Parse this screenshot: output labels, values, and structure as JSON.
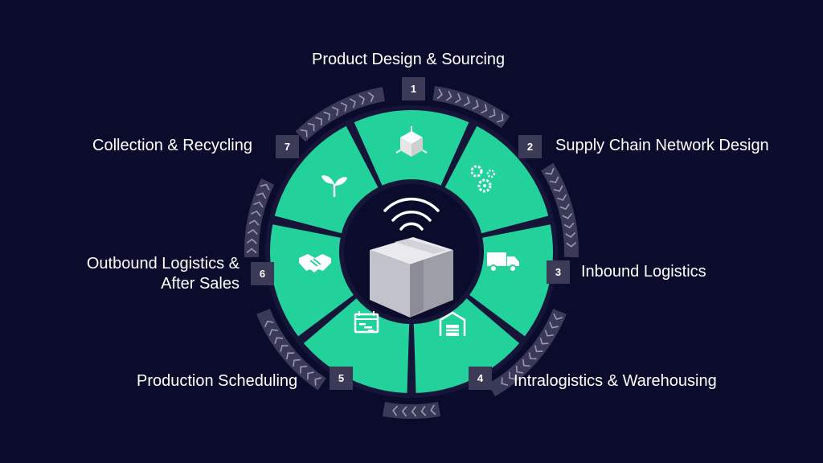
{
  "stages": [
    {
      "number": "1",
      "label": "Product Design & Sourcing",
      "icon": "cube-icon"
    },
    {
      "number": "2",
      "label": "Supply Chain Network Design",
      "icon": "gears-icon"
    },
    {
      "number": "3",
      "label": "Inbound Logistics",
      "icon": "truck-icon"
    },
    {
      "number": "4",
      "label": "Intralogistics & Warehousing",
      "icon": "warehouse-icon"
    },
    {
      "number": "5",
      "label": "Production Scheduling",
      "icon": "schedule-icon"
    },
    {
      "number": "6",
      "label_line1": "Outbound Logistics &",
      "label_line2": "After Sales",
      "icon": "handshake-icon"
    },
    {
      "number": "7",
      "label": "Collection & Recycling",
      "icon": "sprout-icon"
    }
  ],
  "center": {
    "icon": "package-box-icon",
    "signal_icon": "wireless-signal-icon"
  },
  "colors": {
    "background": "#0b0b2c",
    "segment": "#23d19a",
    "ring": "#15153a",
    "arrow_band": "#3a3a58",
    "chevron": "#9a9ab0",
    "badge": "#3b3b58"
  }
}
